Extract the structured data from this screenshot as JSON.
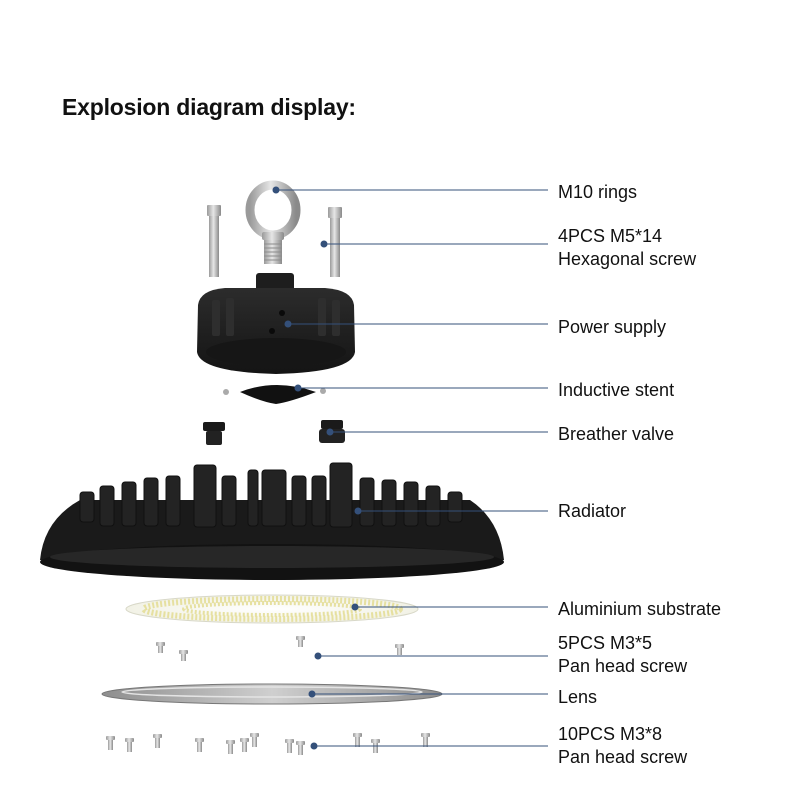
{
  "title": "Explosion diagram display:",
  "labels": [
    {
      "id": "m10-rings",
      "lines": [
        "M10 rings"
      ]
    },
    {
      "id": "hex-screw",
      "lines": [
        "4PCS M5*14",
        "Hexagonal screw"
      ]
    },
    {
      "id": "power-supply",
      "lines": [
        "Power supply"
      ]
    },
    {
      "id": "inductive-stent",
      "lines": [
        "Inductive stent"
      ]
    },
    {
      "id": "breather-valve",
      "lines": [
        "Breather valve"
      ]
    },
    {
      "id": "radiator",
      "lines": [
        "Radiator"
      ]
    },
    {
      "id": "aluminium-substrate",
      "lines": [
        "Aluminium substrate"
      ]
    },
    {
      "id": "pan-head-5",
      "lines": [
        "5PCS M3*5",
        "Pan head screw"
      ]
    },
    {
      "id": "lens",
      "lines": [
        "Lens"
      ]
    },
    {
      "id": "pan-head-10",
      "lines": [
        "10PCS M3*8",
        "Pan head screw"
      ]
    }
  ],
  "colors": {
    "leader": "#34507a",
    "body": "#1b1b1b",
    "metal": "#b8b8b8"
  }
}
